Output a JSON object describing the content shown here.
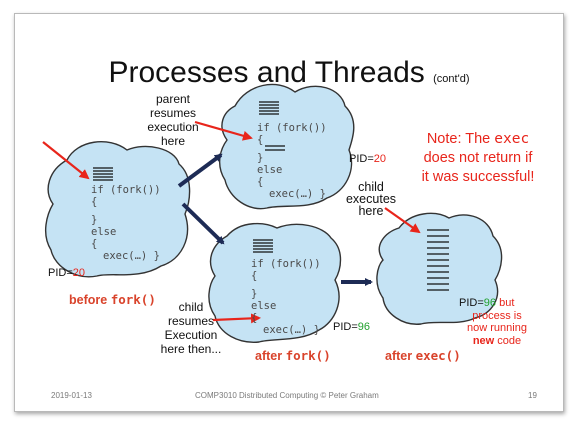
{
  "slide": {
    "title": "Processes and Threads",
    "title_suffix": "(cont'd)",
    "pid_label": "PID=",
    "pid_parent": "20",
    "pid_child": "96",
    "code": {
      "if_fork": "if (fork())",
      "open_brace": "{",
      "close_brace": "}",
      "else": "else",
      "exec_call": "exec(…)",
      "close_brace_end": "}"
    },
    "annotations": {
      "parent_resumes": "parent resumes execution here",
      "parent_resumes_lines": [
        "parent",
        "resumes",
        "execution",
        "here"
      ],
      "note_prefix": "Note: The",
      "note_code": "exec",
      "note_line2": "does not return if",
      "note_line3": "it was successful!",
      "child_executes_lines": [
        "child",
        "executes",
        "here"
      ],
      "child_resumes_lines": [
        "child",
        "resumes",
        "Execution",
        "here then..."
      ],
      "pid96_suffix": "but",
      "process_is_lines": [
        "process is",
        "now running"
      ],
      "new_word": "new",
      "code_word": "code"
    },
    "captions": {
      "before": "before",
      "before_code": "fork()",
      "after": "after",
      "after_fork_code": "fork()",
      "after2": "after",
      "after_exec_code": "exec()"
    },
    "footer": {
      "date": "2019-01-13",
      "center": "COMP3010 Distributed Computing © Peter Graham",
      "page": "19"
    },
    "colors": {
      "blob_fill": "#c5e3f4",
      "blob_stroke": "#333333",
      "arrow_navy": "#1d2b55",
      "red": "#e8251b",
      "green": "#22a12e",
      "orange": "#d9432b"
    }
  }
}
